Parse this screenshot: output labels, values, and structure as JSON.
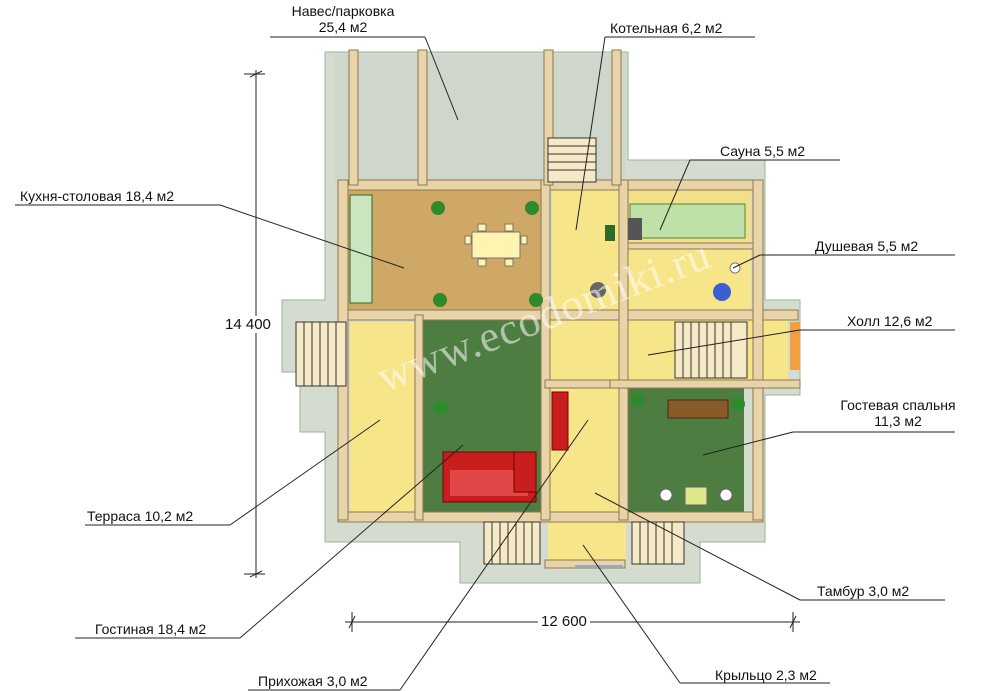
{
  "rooms": [
    {
      "id": "naves",
      "name": "Навес/парковка",
      "area": "25,4 м2"
    },
    {
      "id": "kotel",
      "name": "Котельная 6,2 м2"
    },
    {
      "id": "sauna",
      "name": "Сауна 5,5 м2"
    },
    {
      "id": "kitchen",
      "name": "Кухня-столовая 18,4 м2"
    },
    {
      "id": "shower",
      "name": "Душевая 5,5 м2"
    },
    {
      "id": "hall",
      "name": "Холл 12,6 м2"
    },
    {
      "id": "guest",
      "name": "Гостевая спальня",
      "area": "11,3 м2"
    },
    {
      "id": "terrace",
      "name": "Терраса 10,2 м2"
    },
    {
      "id": "tambur",
      "name": "Тамбур 3,0 м2"
    },
    {
      "id": "living",
      "name": "Гостиная 18,4 м2"
    },
    {
      "id": "porch",
      "name": "Крыльцо 2,3 м2"
    },
    {
      "id": "entry",
      "name": "Прихожая 3,0 м2"
    }
  ],
  "dimensions": {
    "height": "14 400",
    "width": "12 600"
  },
  "watermark": "www.ecodomiki.ru",
  "colors": {
    "wall": "#e8d4a8",
    "kitchen": "#cfa865",
    "yellow": "#f7e58a",
    "green": "#4e7d42",
    "outside": "#d3dccf",
    "red": "#c81e1e"
  }
}
